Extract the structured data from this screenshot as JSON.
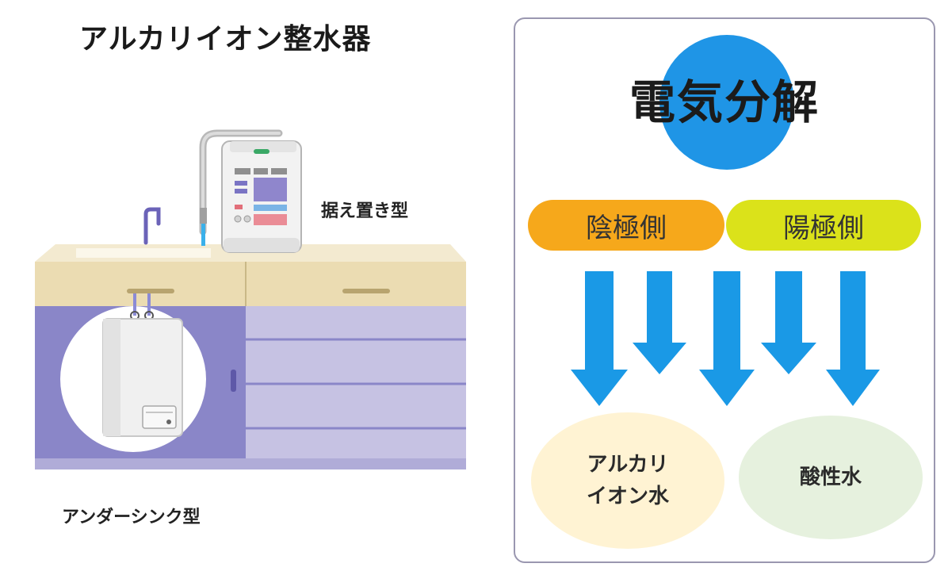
{
  "left": {
    "title": "アルカリイオン整水器",
    "label_countertop": "据え置き型",
    "label_undersink": "アンダーシンク型"
  },
  "right": {
    "title": "電気分解",
    "cathode": "陰極側",
    "anode": "陽極側",
    "result_alkaline_line1": "アルカリ",
    "result_alkaline_line2": "イオン水",
    "result_acidic": "酸性水"
  },
  "colors": {
    "cabinet_purple": "#8a86c8",
    "counter_beige": "#ebdcb2",
    "arrow_blue": "#1a99e6",
    "circle_blue": "#1f95e6",
    "cathode_orange": "#f6a81b",
    "anode_yellow": "#dbe21a",
    "alkaline_cream": "#fff3d3",
    "acidic_green": "#e6f1de",
    "panel_border": "#9a97b0"
  }
}
